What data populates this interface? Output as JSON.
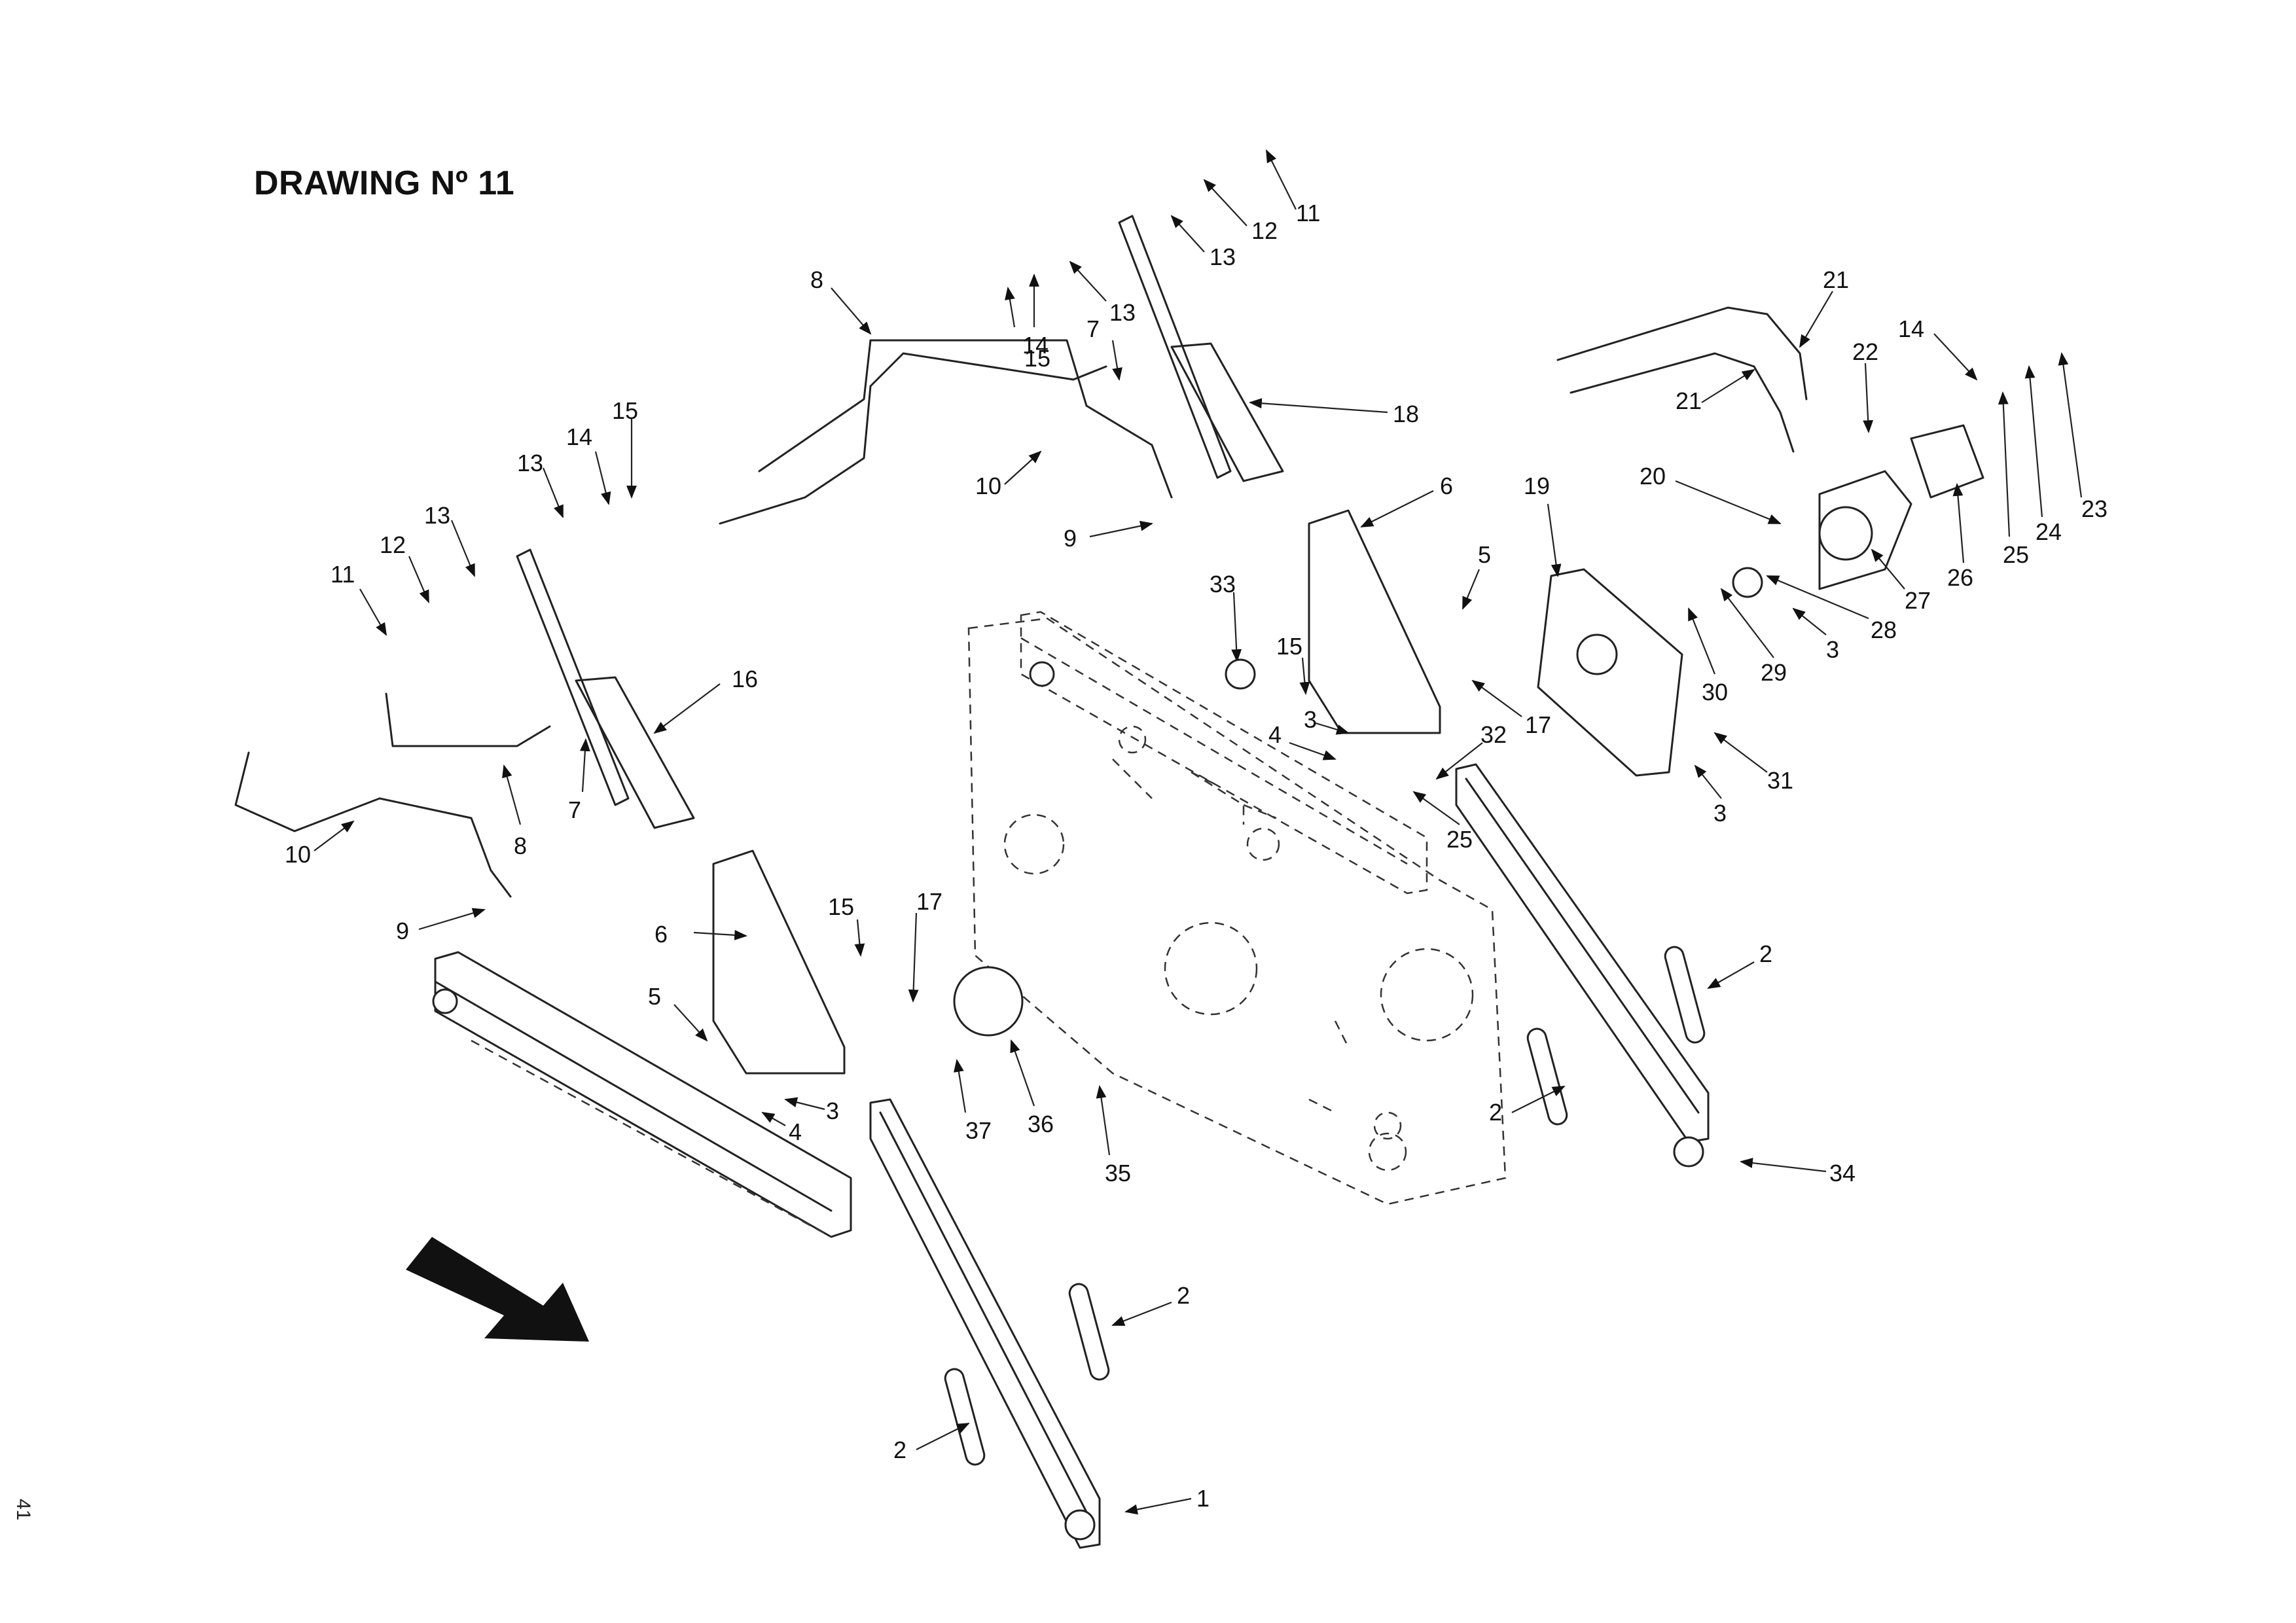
{
  "drawing": {
    "title": "DRAWING Nº 11",
    "page_number": "41",
    "callout_labels": [
      "1",
      "2",
      "2",
      "2",
      "2",
      "3",
      "3",
      "3",
      "3",
      "4",
      "4",
      "5",
      "5",
      "6",
      "6",
      "7",
      "7",
      "8",
      "8",
      "9",
      "9",
      "10",
      "10",
      "11",
      "11",
      "12",
      "12",
      "13",
      "13",
      "13",
      "13",
      "14",
      "14",
      "14",
      "15",
      "15",
      "15",
      "15",
      "16",
      "17",
      "17",
      "18",
      "19",
      "20",
      "21",
      "21",
      "22",
      "23",
      "24",
      "25",
      "25",
      "26",
      "27",
      "28",
      "29",
      "30",
      "31",
      "32",
      "33",
      "34",
      "35",
      "36",
      "37"
    ]
  }
}
